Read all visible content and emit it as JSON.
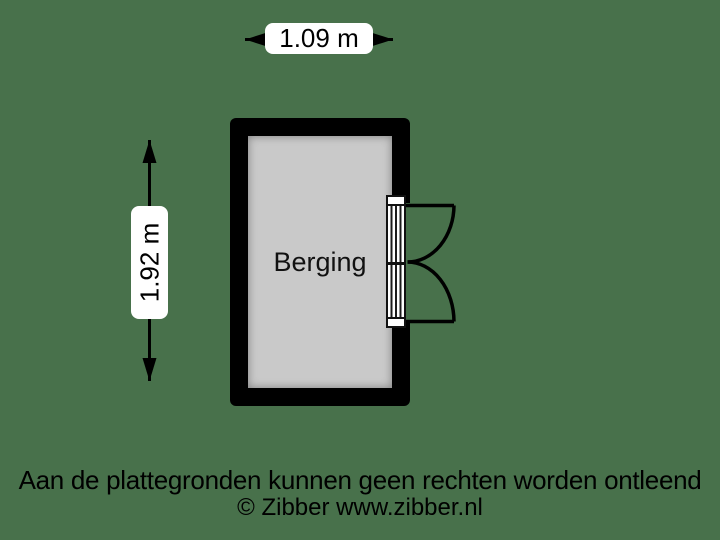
{
  "canvas": {
    "background_color": "#48714B"
  },
  "floorplan": {
    "room": {
      "label": "Berging",
      "wall_color": "#000000",
      "floor_color": "#C9C9C9"
    },
    "dimensions": {
      "width_label": "1.09 m",
      "height_label": "1.92 m"
    },
    "door": {
      "symbol": "double-swing-door"
    }
  },
  "footer": {
    "disclaimer": "Aan de plattegronden kunnen geen rechten worden ontleend",
    "copyright": "© Zibber www.zibber.nl"
  }
}
